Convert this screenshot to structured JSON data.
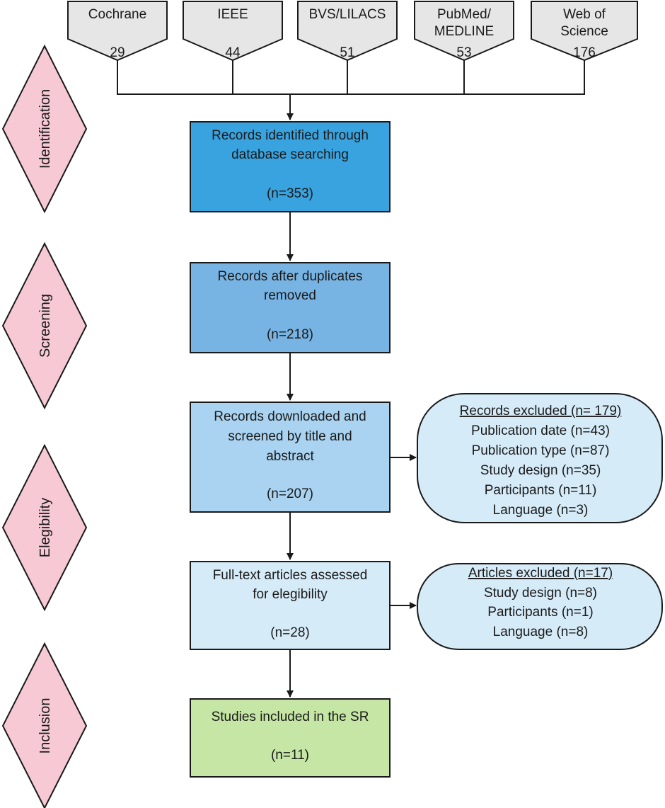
{
  "databases": [
    {
      "line1": "Cochrane",
      "line2": "",
      "count": "29"
    },
    {
      "line1": "IEEE",
      "line2": "",
      "count": "44"
    },
    {
      "line1": "BVS/LILACS",
      "line2": "",
      "count": "51"
    },
    {
      "line1": "PubMed/",
      "line2": "MEDLINE",
      "count": "53"
    },
    {
      "line1": "Web of",
      "line2": "Science",
      "count": "176"
    }
  ],
  "phases": [
    "Identification",
    "Screening",
    "Elegibility",
    "Inclusion"
  ],
  "steps": [
    {
      "lines": [
        "Records identified through",
        "database searching"
      ],
      "n": "(n=353)",
      "color": "#39a3df"
    },
    {
      "lines": [
        "Records after duplicates",
        "removed"
      ],
      "n": "(n=218)",
      "color": "#78b4e3"
    },
    {
      "lines": [
        "Records downloaded and",
        "screened by title and",
        "abstract"
      ],
      "n": "(n=207)",
      "color": "#a9d3f0"
    },
    {
      "lines": [
        "Full-text articles assessed",
        "for elegibility"
      ],
      "n": "(n=28)",
      "color": "#d6ebf8"
    },
    {
      "lines": [
        "Studies included in the SR"
      ],
      "n": "(n=11)",
      "color": "#c6e6a5"
    }
  ],
  "exclusions": [
    {
      "title": "Records excluded (n= 179)",
      "items": [
        "Publication date (n=43)",
        "Publication type (n=87)",
        "Study design (n=35)",
        "Participants (n=11)",
        "Language (n=3)"
      ]
    },
    {
      "title": "Articles excluded (n=17)",
      "items": [
        "Study design (n=8)",
        "Participants (n=1)",
        "Language (n=8)"
      ]
    }
  ],
  "colors": {
    "phase_fill": "#f6c9d5",
    "database_fill": "#e6e6e6",
    "exclusion_fill": "#d6ebf8",
    "stroke": "#1a1a1a"
  }
}
